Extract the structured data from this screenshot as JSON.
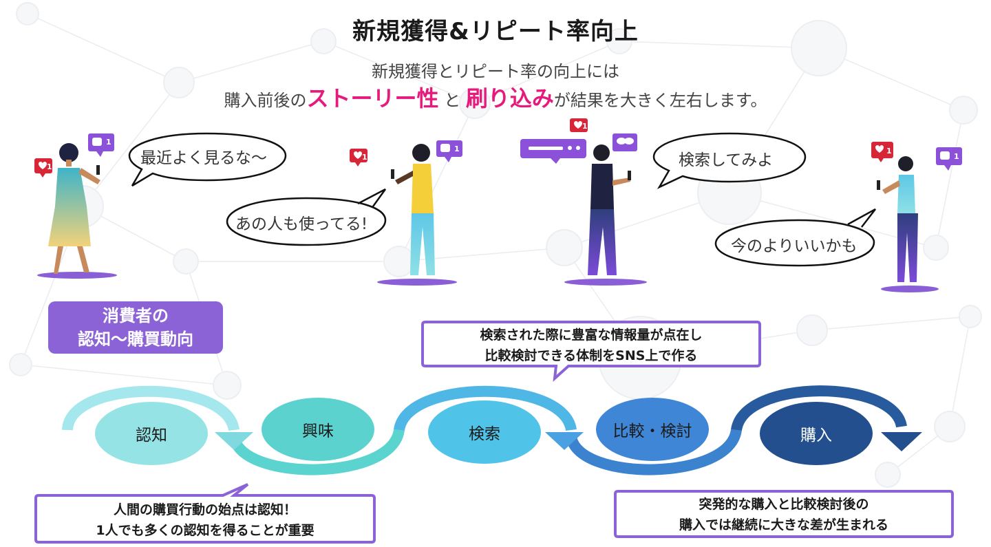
{
  "header": {
    "title": "新規獲得&リピート率向上",
    "subtitle_line1": "新規獲得とリピート率の向上には",
    "subtitle_line2_prefix": "購入前後の",
    "subtitle_highlight1": "ストーリー性",
    "subtitle_connector": "と",
    "subtitle_highlight2": "刷り込み",
    "subtitle_line2_suffix": "が結果を大きく左右します。"
  },
  "speech_bubbles": [
    "最近よく見るな〜",
    "あの人も使ってる!",
    "検索してみよ",
    "今のよりいいかも"
  ],
  "badges": {
    "like_count": "1",
    "comment_count": "1"
  },
  "consumer_tag": {
    "line1": "消費者の",
    "line2": "認知〜購買動向"
  },
  "flow_steps": [
    "認知",
    "興味",
    "検索",
    "比較・検討",
    "購入"
  ],
  "notes": {
    "search_note_line1": "検索された際に豊富な情報量が点在し",
    "search_note_line2": "比較検討できる体制をSNS上で作る",
    "awareness_note_line1": "人間の購買行動の始点は認知！",
    "awareness_note_line2": "1人でも多くの認知を得ることが重要",
    "purchase_note_line1": "突発的な購入と比較検討後の",
    "purchase_note_line2": "購入では継続に大きな差が生まれる"
  },
  "colors": {
    "highlight": "#e6197d",
    "accent_purple": "#8b63d6",
    "step1": "#96e3e6",
    "step2": "#5cd2cf",
    "step3": "#4fc3e8",
    "step4": "#3f87d6",
    "step5": "#234f8e"
  }
}
